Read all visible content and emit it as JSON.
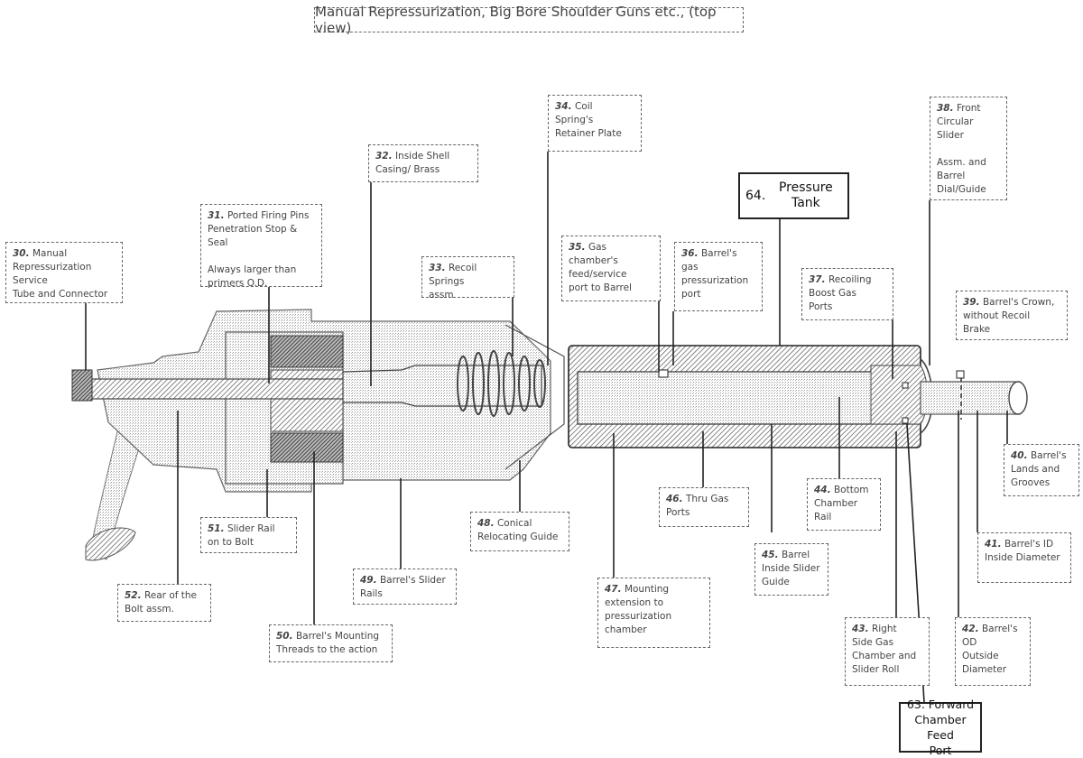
{
  "title": "Manual Repressurization, Big Bore Shoulder Guns etc., (top view)",
  "callouts": [
    {
      "id": "30",
      "number": "30.",
      "text": "Manual\nRepressurization Service\nTube and Connector"
    },
    {
      "id": "31",
      "number": "31.",
      "text": "Ported Firing Pins\nPenetration Stop & Seal\n\nAlways larger than\nprimers O.D."
    },
    {
      "id": "32",
      "number": "32.",
      "text": "Inside Shell\nCasing/ Brass"
    },
    {
      "id": "33",
      "number": "33.",
      "text": "Recoil Springs\nassm"
    },
    {
      "id": "34",
      "number": "34.",
      "text": "Coil\nSpring's\nRetainer Plate"
    },
    {
      "id": "35",
      "number": "35.",
      "text": "Gas\nchamber's\nfeed/service\nport to Barrel"
    },
    {
      "id": "36",
      "number": "36.",
      "text": "Barrel's\ngas\npressurization\nport"
    },
    {
      "id": "37",
      "number": "37.",
      "text": "Recoiling\nBoost Gas\nPorts"
    },
    {
      "id": "38",
      "number": "38.",
      "text": "Front\nCircular\nSlider\n\nAssm. and\nBarrel\nDial/Guide"
    },
    {
      "id": "39",
      "number": "39.",
      "text": "Barrel's Crown,\nwithout Recoil\nBrake"
    },
    {
      "id": "40",
      "number": "40.",
      "text": "Barrel's\nLands and\nGrooves"
    },
    {
      "id": "41",
      "number": "41.",
      "text": "Barrel's ID\nInside Diameter"
    },
    {
      "id": "42",
      "number": "42.",
      "text": "Barrel's\nOD\nOutside\nDiameter"
    },
    {
      "id": "43",
      "number": "43.",
      "text": "Right\nSide Gas\nChamber and\nSlider Roll"
    },
    {
      "id": "44",
      "number": "44.",
      "text": "Bottom\nChamber\nRail"
    },
    {
      "id": "45",
      "number": "45.",
      "text": "Barrel\nInside Slider\nGuide"
    },
    {
      "id": "46",
      "number": "46.",
      "text": "Thru Gas\nPorts"
    },
    {
      "id": "47",
      "number": "47.",
      "text": "Mounting\nextension to\npressurization\nchamber"
    },
    {
      "id": "48",
      "number": "48.",
      "text": "Conical\nRelocating Guide"
    },
    {
      "id": "49",
      "number": "49.",
      "text": "Barrel's Slider\nRails"
    },
    {
      "id": "50",
      "number": "50.",
      "text": "Barrel's Mounting\nThreads to the action"
    },
    {
      "id": "51",
      "number": "51.",
      "text": "Slider Rail\non to Bolt"
    },
    {
      "id": "52",
      "number": "52.",
      "text": "Rear of the\nBolt assm."
    },
    {
      "id": "63",
      "number": "63.",
      "text": "Forward\nChamber Feed\nPort"
    },
    {
      "id": "64",
      "number": "64.",
      "text": "Pressure Tank"
    }
  ],
  "colors": {
    "line": "#222222",
    "hatch": "#555555",
    "box_border": "#666666",
    "background": "#ffffff"
  }
}
